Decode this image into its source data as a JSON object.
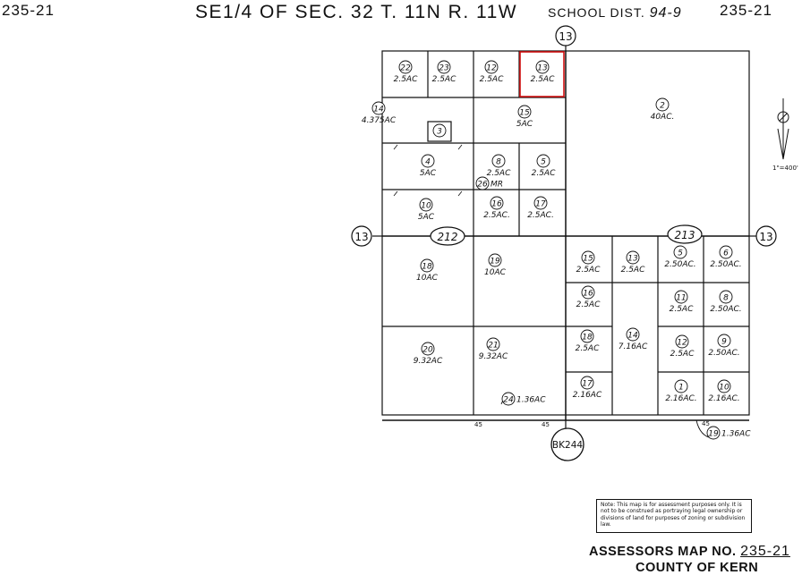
{
  "header": {
    "left_number": "235-21",
    "title": "SE1/4 OF SEC. 32 T. 11N R. 11W",
    "school_label": "SCHOOL DIST.",
    "school_number": "94-9",
    "right_number": "235-21"
  },
  "section_markers": [
    "13",
    "13",
    "13"
  ],
  "block_labels": [
    "212",
    "213"
  ],
  "book_label": "BK244",
  "scale": "1\"=400'",
  "bottom_marks": [
    "45",
    "45",
    "45"
  ],
  "parcels_212": [
    {
      "id": "22",
      "area": "2.5AC"
    },
    {
      "id": "23",
      "area": "2.5AC"
    },
    {
      "id": "12",
      "area": "2.5AC"
    },
    {
      "id": "13",
      "area": "2.5AC"
    },
    {
      "id": "14",
      "area": "4.375AC"
    },
    {
      "id": "3",
      "area": ""
    },
    {
      "id": "15",
      "area": "5AC"
    },
    {
      "id": "4",
      "area": "5AC"
    },
    {
      "id": "8",
      "area": "2.5AC"
    },
    {
      "id": "26",
      "area": "MR"
    },
    {
      "id": "5",
      "area": "2.5AC"
    },
    {
      "id": "10",
      "area": "5AC"
    },
    {
      "id": "16",
      "area": "2.5AC."
    },
    {
      "id": "17",
      "area": "2.5AC."
    },
    {
      "id": "18",
      "area": "10AC"
    },
    {
      "id": "19",
      "area": "10AC"
    },
    {
      "id": "20",
      "area": "9.32AC"
    },
    {
      "id": "21",
      "area": "9.32AC"
    },
    {
      "id": "24",
      "area": "1.36AC"
    }
  ],
  "parcel_2": {
    "id": "2",
    "area": "40AC."
  },
  "parcels_213": [
    {
      "id": "15",
      "area": "2.5AC"
    },
    {
      "id": "13",
      "area": "2.5AC"
    },
    {
      "id": "5",
      "area": "2.50AC."
    },
    {
      "id": "6",
      "area": "2.50AC."
    },
    {
      "id": "16",
      "area": "2.5AC"
    },
    {
      "id": "11",
      "area": "2.5AC"
    },
    {
      "id": "8",
      "area": "2.50AC."
    },
    {
      "id": "14",
      "area": "7.16AC"
    },
    {
      "id": "18",
      "area": "2.5AC"
    },
    {
      "id": "12",
      "area": "2.5AC"
    },
    {
      "id": "9",
      "area": "2.50AC."
    },
    {
      "id": "17",
      "area": "2.16AC"
    },
    {
      "id": "1",
      "area": "2.16AC."
    },
    {
      "id": "10",
      "area": "2.16AC."
    },
    {
      "id": "19",
      "area": "1.36AC"
    }
  ],
  "note": "Note: This map is for assessment purposes only. It is not to be construed as portraying legal ownership or divisions of land for purposes of zoning or subdivision law.",
  "footer": {
    "map_label": "ASSESSORS MAP NO.",
    "map_number": "235-21",
    "county": "COUNTY OF KERN"
  },
  "colors": {
    "ink": "#111111",
    "highlight": "#d01010",
    "paper": "#ffffff"
  }
}
